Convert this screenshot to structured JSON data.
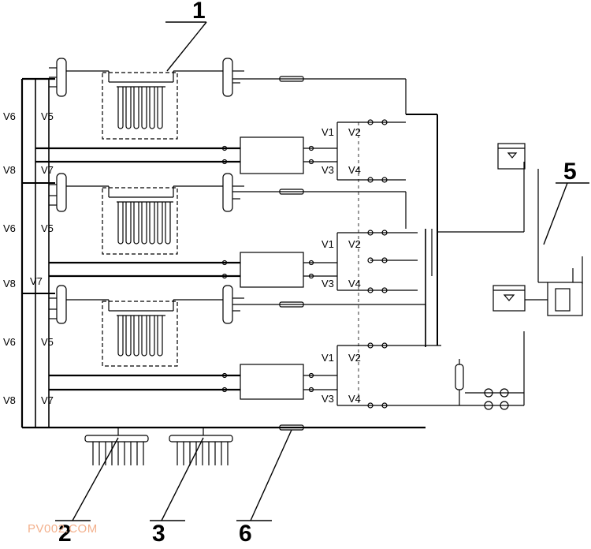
{
  "callouts": [
    "1",
    "2",
    "3",
    "5",
    "6"
  ],
  "valves": {
    "v1": "V1",
    "v2": "V2",
    "v3": "V3",
    "v4": "V4",
    "v5": "V5",
    "v6": "V6",
    "v7": "V7",
    "v8": "V8"
  },
  "watermark": "PV002.COM",
  "colors": {
    "line": "#000000",
    "watermark": "#f3b08c"
  }
}
